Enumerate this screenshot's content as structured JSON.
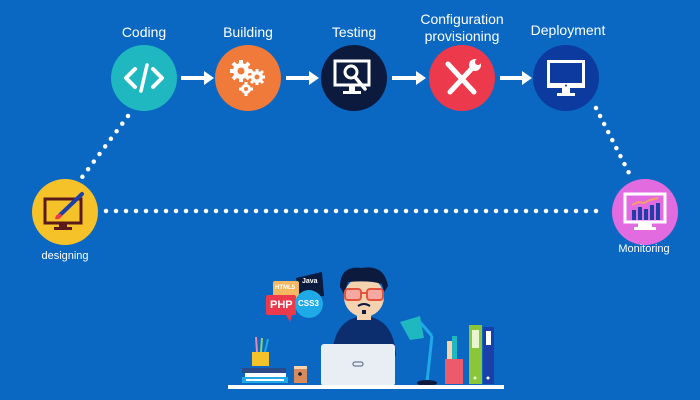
{
  "colors": {
    "background": "#0a67c2",
    "coding": "#1fb8c1",
    "building": "#f07a3a",
    "testing": "#0b1a3d",
    "configuration": "#ec3a4c",
    "deployment": "#0d3a9e",
    "designing": "#f6c229",
    "monitoring": "#e36be0",
    "dots": "#ffffff"
  },
  "pipeline": {
    "stages": [
      {
        "label": "Coding",
        "icon": "code-brackets-icon"
      },
      {
        "label": "Building",
        "icon": "gears-icon"
      },
      {
        "label": "Testing",
        "icon": "monitor-magnifier-icon"
      },
      {
        "label": "Configuration provisioning",
        "label_line1": "Configuration",
        "label_line2": "provisioning",
        "icon": "wrench-screwdriver-icon"
      },
      {
        "label": "Deployment",
        "icon": "desktop-monitor-icon"
      }
    ],
    "start": {
      "label": "designing",
      "icon": "monitor-paintbrush-icon"
    },
    "end": {
      "label": "Monitoring",
      "icon": "monitor-chart-icon"
    }
  },
  "illustration": {
    "bubbles": [
      "HTML5",
      "Java",
      "PHP",
      "CSS3"
    ],
    "scene": "developer-at-desk"
  }
}
